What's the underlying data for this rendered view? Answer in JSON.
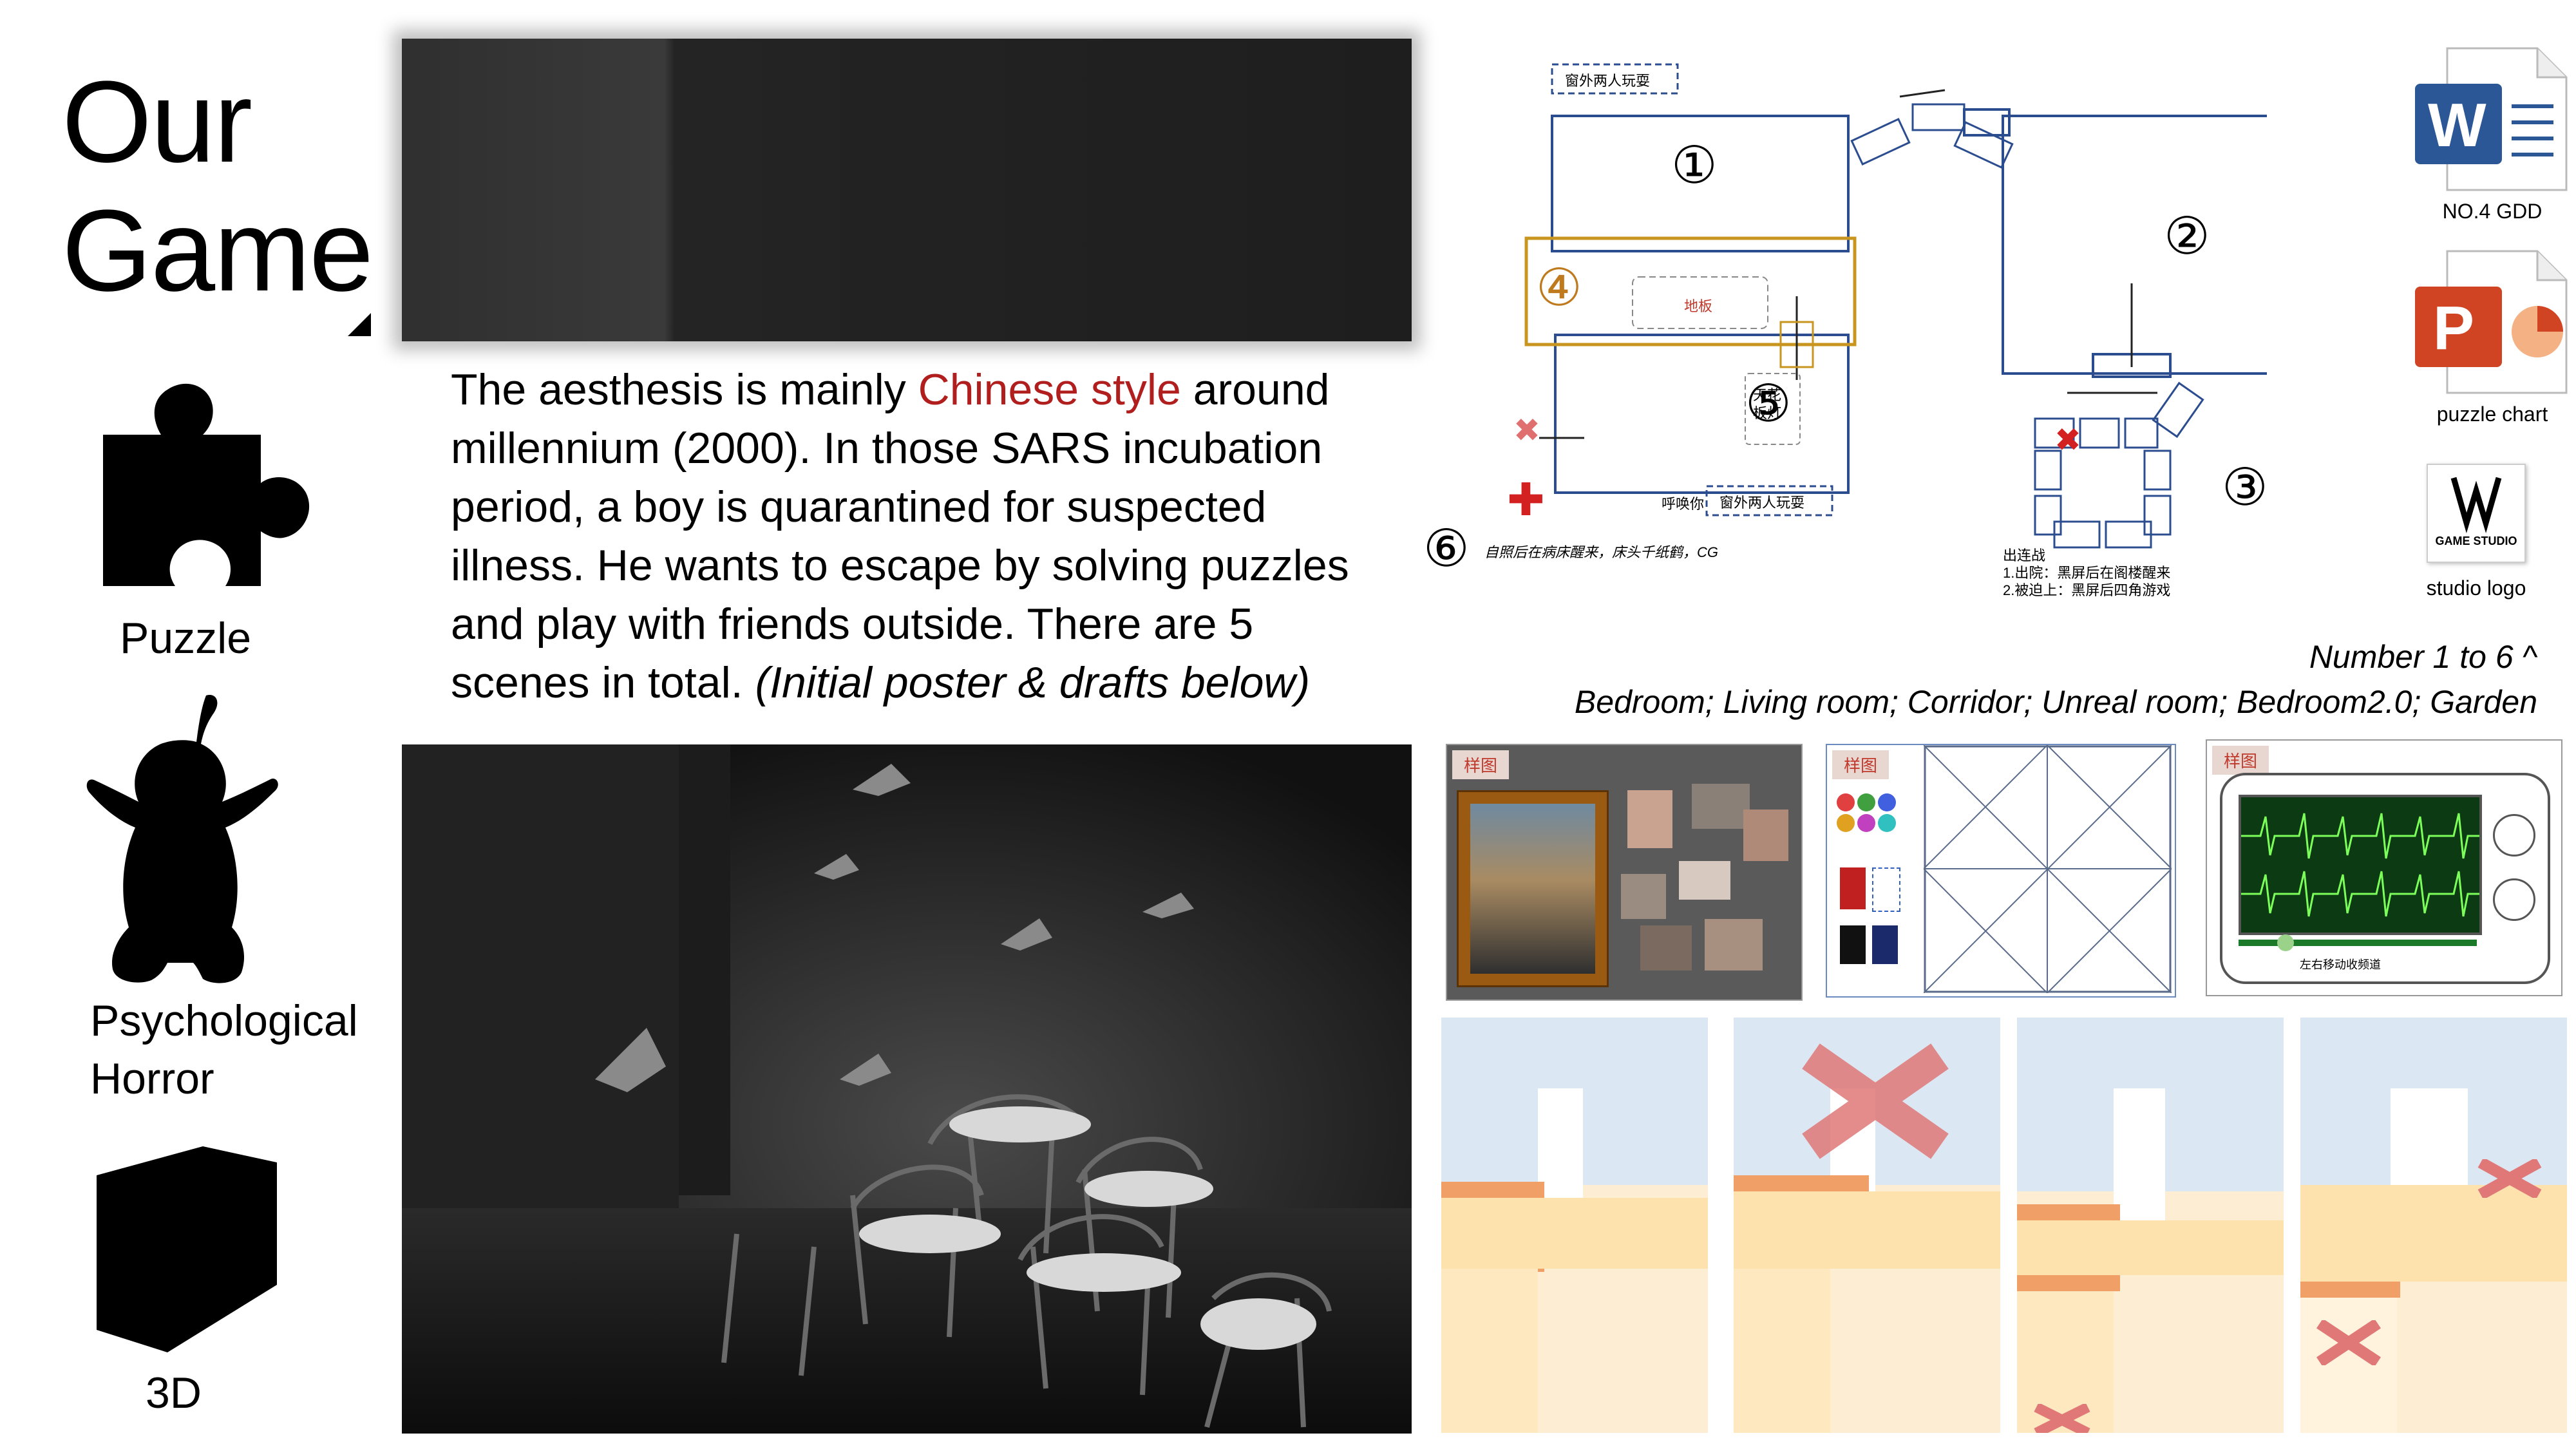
{
  "slide": {
    "title_line1": "Our",
    "title_line2": "Game"
  },
  "genres": [
    {
      "label": "Puzzle",
      "icon": "puzzle-piece-icon"
    },
    {
      "label_line1": "Psychological",
      "label_line2": "Horror",
      "icon": "teletubby-silhouette-icon"
    },
    {
      "label": "3D",
      "icon": "cube-icon"
    }
  ],
  "description": {
    "part1": "The aesthesis is mainly ",
    "highlight": "Chinese style",
    "part2": " around millennium (2000). In those SARS incubation period, a boy is quarantined for suspected illness. He wants to escape by solving puzzles and play with friends outside. There are 5 scenes in total. ",
    "italic": "(Initial poster & drafts below)",
    "highlight_color": "#b01e1e"
  },
  "map": {
    "rooms": [
      "①",
      "②",
      "③",
      "④",
      "⑤",
      "⑥"
    ],
    "labels": {
      "outside_play_top": "窗外两人玩耍",
      "floor": "地板",
      "ceiling_lamp": "天花板灯",
      "shout": "呼唤你",
      "outside_play_bottom": "窗外两人玩耍",
      "self_note": "自照后在病床醒来，床头千纸鹤，CG",
      "route_title": "出连战",
      "route_1": "1.出院：黑屏后在阁楼醒来",
      "route_2": "2.被迫上：黑屏后四角游戏"
    }
  },
  "files": [
    {
      "label": "NO.4 GDD",
      "icon": "word-document-icon",
      "letter": "W",
      "color": "#2b5797"
    },
    {
      "label": "puzzle chart",
      "icon": "powerpoint-document-icon",
      "letter": "P",
      "color": "#d04423"
    },
    {
      "label": "studio logo",
      "icon": "game-studio-logo-icon",
      "letter": "GAME STUDIO"
    }
  ],
  "captions": {
    "numbers": "Number 1 to 6 ^",
    "scenes": "Bedroom; Living room; Corridor; Unreal room; Bedroom2.0; Garden"
  },
  "thumbnails": {
    "tag": "样图",
    "phone_caption": "左右移动收频道"
  }
}
